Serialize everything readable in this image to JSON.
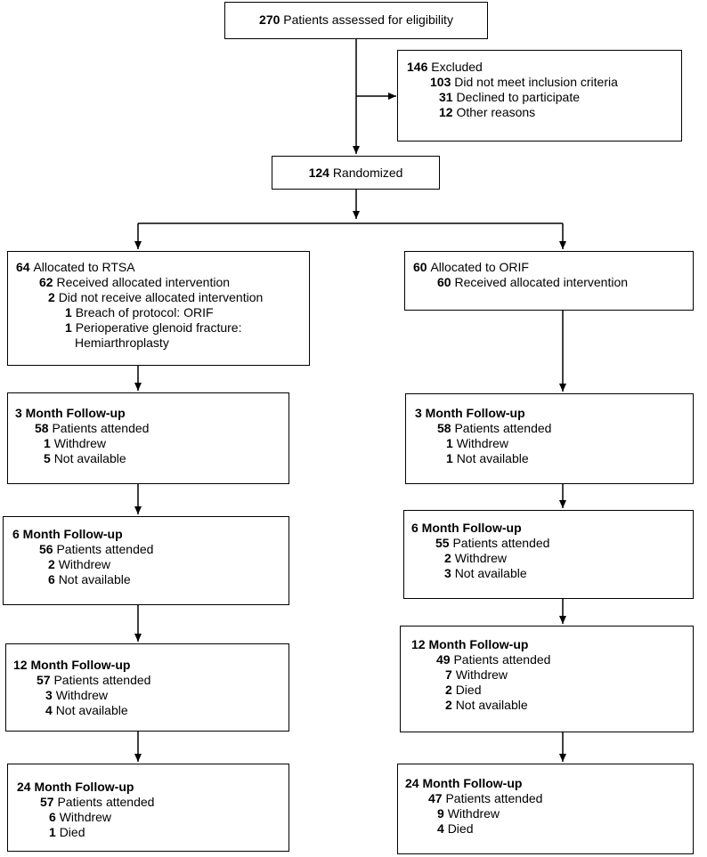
{
  "eligibility": {
    "num": "270",
    "text": "Patients assessed for eligibility"
  },
  "excluded": {
    "num": "146",
    "text": "Excluded",
    "items": [
      {
        "num": "103",
        "text": "Did not meet inclusion criteria"
      },
      {
        "num": "31",
        "text": "Declined to participate"
      },
      {
        "num": "12",
        "text": "Other reasons"
      }
    ]
  },
  "randomized": {
    "num": "124",
    "text": "Randomized"
  },
  "rtsa": {
    "allocation": {
      "num": "64",
      "text": "Allocated to RTSA",
      "received": {
        "num": "62",
        "text": "Received allocated intervention"
      },
      "not_received": {
        "num": "2",
        "text": "Did not receive allocated intervention"
      },
      "reasons": [
        {
          "num": "1",
          "text": "Breach of protocol: ORIF"
        },
        {
          "num": "1",
          "text": "Perioperative glenoid fracture:",
          "cont": "Hemiarthroplasty"
        }
      ]
    },
    "m3": {
      "title": "3 Month Follow-up",
      "rows": [
        {
          "num": "58",
          "text": "Patients attended"
        },
        {
          "num": "1",
          "text": "Withdrew"
        },
        {
          "num": "5",
          "text": "Not available"
        }
      ]
    },
    "m6": {
      "title": "6 Month Follow-up",
      "rows": [
        {
          "num": "56",
          "text": "Patients attended"
        },
        {
          "num": "2",
          "text": "Withdrew"
        },
        {
          "num": "6",
          "text": "Not available"
        }
      ]
    },
    "m12": {
      "title": "12 Month Follow-up",
      "rows": [
        {
          "num": "57",
          "text": "Patients attended"
        },
        {
          "num": "3",
          "text": "Withdrew"
        },
        {
          "num": "4",
          "text": "Not available"
        }
      ]
    },
    "m24": {
      "title": "24 Month Follow-up",
      "rows": [
        {
          "num": "57",
          "text": "Patients attended"
        },
        {
          "num": "6",
          "text": "Withdrew"
        },
        {
          "num": "1",
          "text": "Died"
        }
      ]
    }
  },
  "orif": {
    "allocation": {
      "num": "60",
      "text": "Allocated to ORIF",
      "received": {
        "num": "60",
        "text": "Received allocated intervention"
      }
    },
    "m3": {
      "title": "3 Month Follow-up",
      "rows": [
        {
          "num": "58",
          "text": "Patients attended"
        },
        {
          "num": "1",
          "text": "Withdrew"
        },
        {
          "num": "1",
          "text": "Not available"
        }
      ]
    },
    "m6": {
      "title": "6 Month Follow-up",
      "rows": [
        {
          "num": "55",
          "text": "Patients attended"
        },
        {
          "num": "2",
          "text": "Withdrew"
        },
        {
          "num": "3",
          "text": "Not available"
        }
      ]
    },
    "m12": {
      "title": "12 Month Follow-up",
      "rows": [
        {
          "num": "49",
          "text": "Patients attended"
        },
        {
          "num": "7",
          "text": "Withdrew"
        },
        {
          "num": "2",
          "text": "Died"
        },
        {
          "num": "2",
          "text": "Not available"
        }
      ]
    },
    "m24": {
      "title": "24 Month Follow-up",
      "rows": [
        {
          "num": "47",
          "text": "Patients attended"
        },
        {
          "num": "9",
          "text": "Withdrew"
        },
        {
          "num": "4",
          "text": "Died"
        }
      ]
    }
  }
}
